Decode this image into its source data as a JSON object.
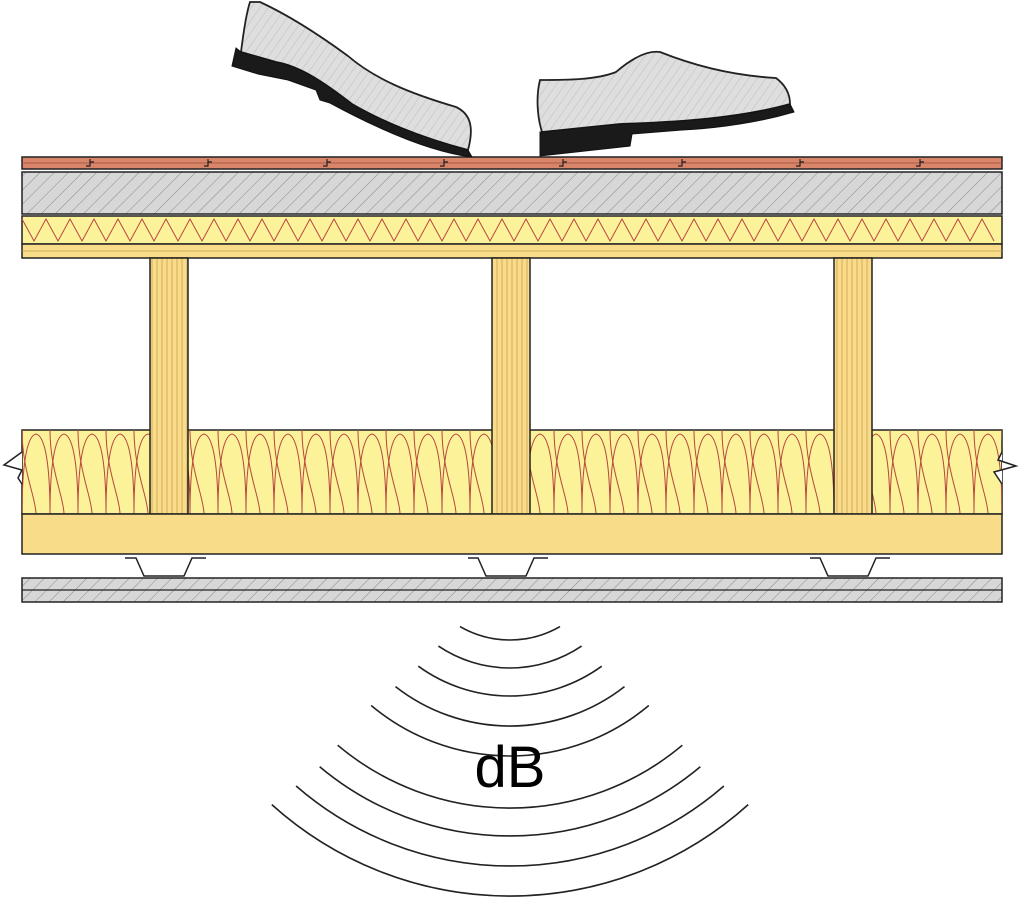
{
  "diagram": {
    "sound_label": "dB",
    "layers": {
      "floor_finish": "wood-plank",
      "screed": "concrete-hatched",
      "impact_insulation": "mineral-wool-board",
      "joists": "timber-joist",
      "cavity_insulation": "mineral-wool-batt",
      "ceiling_substrate": "timber-board",
      "resilient_bars": "resilient-channel",
      "ceiling": "gypsum-board"
    },
    "colors": {
      "wood_finish": "#d9856a",
      "wood": "#f8dc8a",
      "insulation": "#fbf29a",
      "insulation_line": "#b8463c",
      "concrete": "#d7d7d7",
      "shoe": "#dcdcdc",
      "sole": "#1a1a1a",
      "outline": "#222222"
    }
  }
}
